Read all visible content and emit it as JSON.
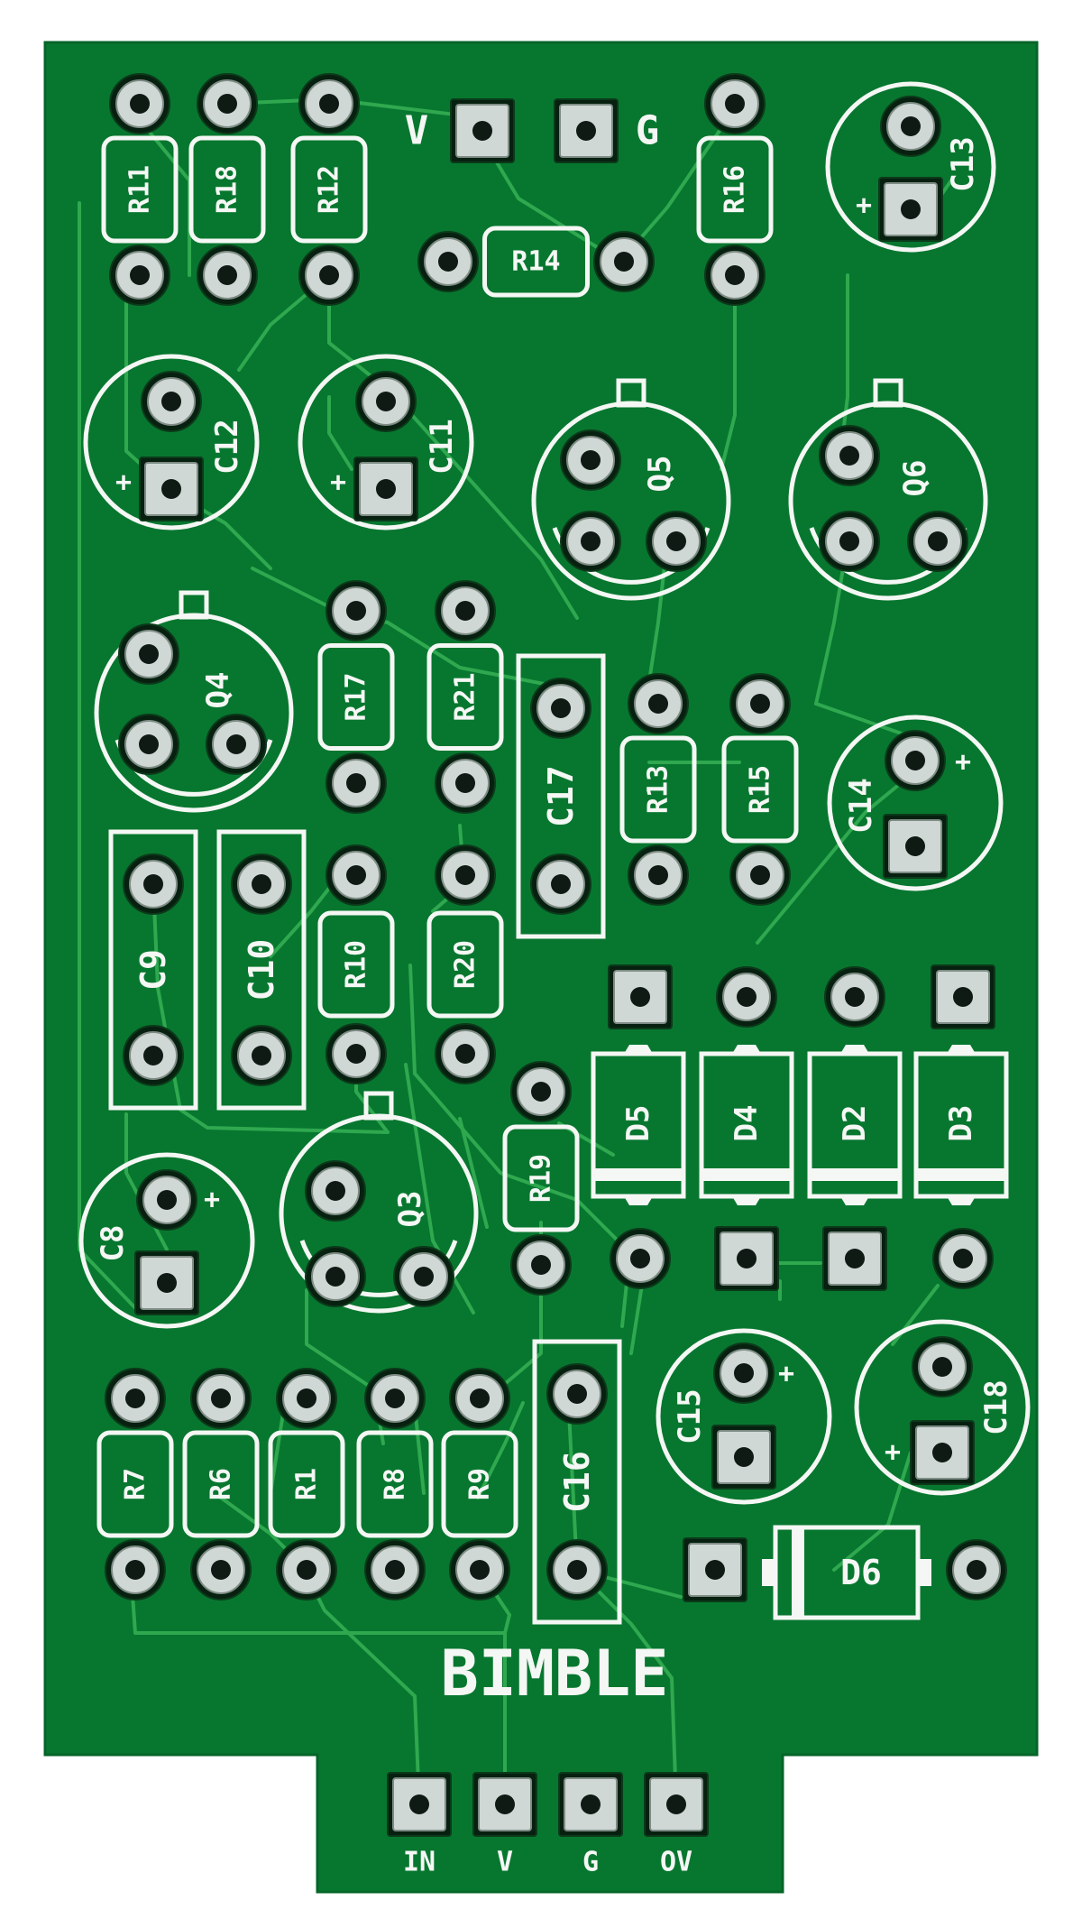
{
  "board": {
    "title": "BIMBLE",
    "colors": {
      "pcb": "#07772f",
      "silkscreen": "#f4f7f4",
      "trace": "#2fa84f",
      "pad": "#cfd8d4"
    },
    "top_labels": {
      "v": "V",
      "g": "G"
    },
    "connector_labels": [
      "IN",
      "V",
      "G",
      "OV"
    ],
    "resistors": [
      {
        "ref": "R11"
      },
      {
        "ref": "R18"
      },
      {
        "ref": "R12"
      },
      {
        "ref": "R14"
      },
      {
        "ref": "R16"
      },
      {
        "ref": "R17"
      },
      {
        "ref": "R21"
      },
      {
        "ref": "R13"
      },
      {
        "ref": "R15"
      },
      {
        "ref": "R10"
      },
      {
        "ref": "R20"
      },
      {
        "ref": "R19"
      },
      {
        "ref": "R7"
      },
      {
        "ref": "R6"
      },
      {
        "ref": "R1"
      },
      {
        "ref": "R8"
      },
      {
        "ref": "R9"
      }
    ],
    "electrolytic_caps": [
      {
        "ref": "C13",
        "polarity": "+"
      },
      {
        "ref": "C12",
        "polarity": "+"
      },
      {
        "ref": "C11",
        "polarity": "+"
      },
      {
        "ref": "C14",
        "polarity": "+"
      },
      {
        "ref": "C8",
        "polarity": "+"
      },
      {
        "ref": "C15",
        "polarity": "+"
      },
      {
        "ref": "C18",
        "polarity": "+"
      }
    ],
    "film_caps": [
      {
        "ref": "C17"
      },
      {
        "ref": "C9"
      },
      {
        "ref": "C10"
      },
      {
        "ref": "C16"
      }
    ],
    "transistors": [
      {
        "ref": "Q5"
      },
      {
        "ref": "Q6"
      },
      {
        "ref": "Q4"
      },
      {
        "ref": "Q3"
      }
    ],
    "diodes": [
      {
        "ref": "D5"
      },
      {
        "ref": "D4"
      },
      {
        "ref": "D2"
      },
      {
        "ref": "D3"
      },
      {
        "ref": "D6"
      }
    ]
  }
}
